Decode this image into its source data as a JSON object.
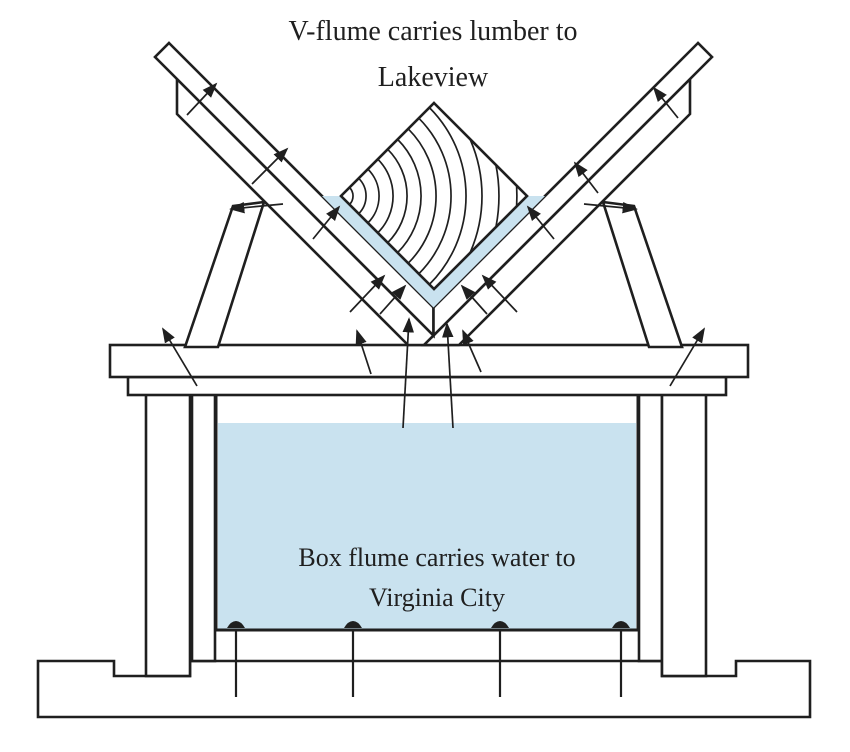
{
  "diagram": {
    "title_line1": "V-flume carries lumber to",
    "title_line2": "Lakeview",
    "box_label_line1": "Box flume carries water to",
    "box_label_line2": "Virginia City"
  },
  "colors": {
    "water": "#c9e2ef",
    "ink": "#1f1f1f",
    "paper": "#ffffff"
  }
}
